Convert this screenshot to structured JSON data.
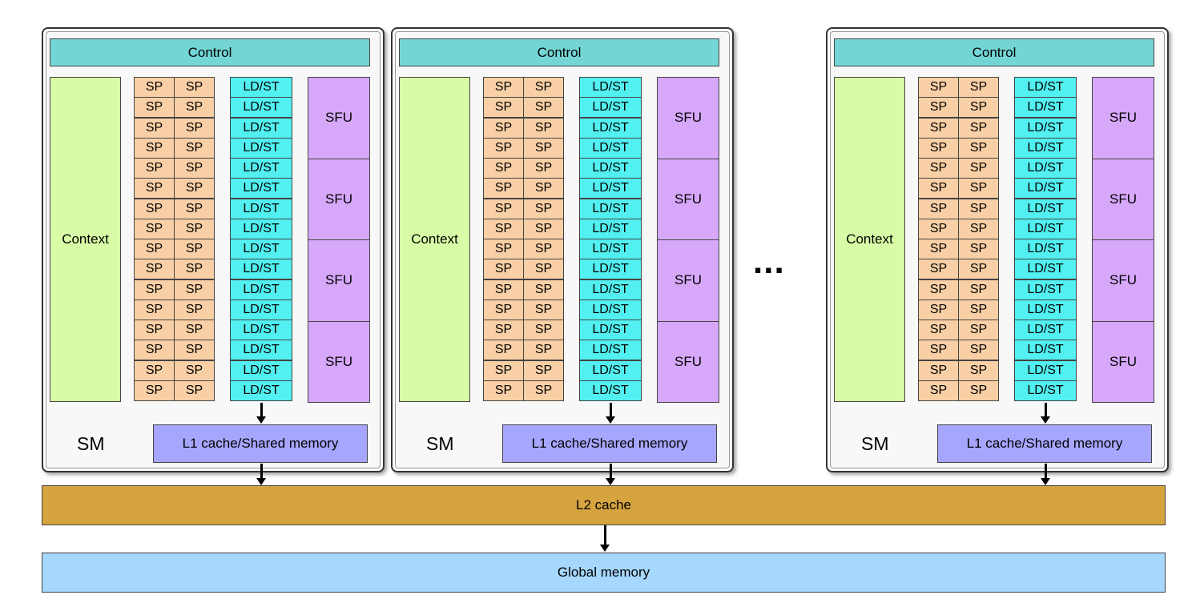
{
  "sm": {
    "control_label": "Control",
    "context_label": "Context",
    "sp_label": "SP",
    "ldst_label": "LD/ST",
    "sfu_label": "SFU",
    "sm_label": "SM",
    "l1_label": "L1 cache/Shared memory"
  },
  "ellipsis": "...",
  "l2_label": "L2 cache",
  "global_label": "Global memory",
  "colors": {
    "control": "#74d5d5",
    "context": "#d7fba6",
    "sp": "#f9d0a5",
    "ldst": "#52f0f0",
    "sfu": "#d7a8fa",
    "l1": "#a6a6ff",
    "l2": "#d6a43f",
    "global": "#a6d7fd"
  }
}
